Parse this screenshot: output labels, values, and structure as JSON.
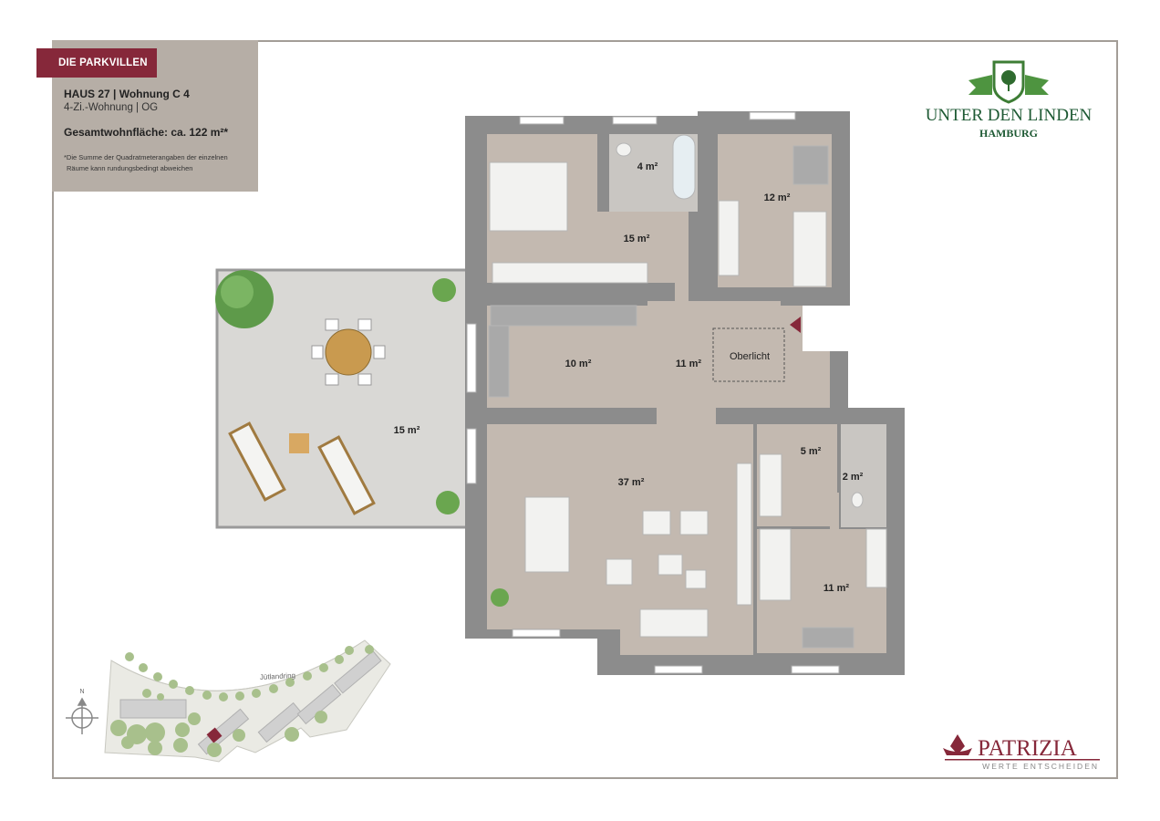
{
  "info": {
    "tag": "DIE PARKVILLEN",
    "title": "HAUS 27 | Wohnung C 4",
    "subtitle": "4-Zi.-Wohnung | OG",
    "total_area": "Gesamtwohnfläche: ca. 122 m²*",
    "footnote_1": "*Die Summe der Quadratmeterangaben der einzelnen",
    "footnote_2": "Räume kann rundungsbedingt abweichen"
  },
  "logo_top": {
    "line1": "UNTER DEN LINDEN",
    "line2": "HAMBURG"
  },
  "logo_bottom": {
    "name": "PATRIZIA",
    "tagline": "WERTE ENTSCHEIDEN"
  },
  "rooms": {
    "bath": "4 m²",
    "room_right_top": "12 m²",
    "bedroom": "15 m²",
    "kitchen": "10 m²",
    "hall": "11 m²",
    "skylight": "Oberlicht",
    "dressing": "5 m²",
    "wc": "2 m²",
    "living": "37 m²",
    "room_right_bottom": "11 m²",
    "terrace": "15 m²"
  },
  "site_map": {
    "street": "Jütlandring",
    "compass": "N"
  },
  "colors": {
    "brand_red": "#86283a",
    "brand_green": "#1e5a34",
    "wall": "#8c8c8c",
    "floor": "#c3b9b0"
  }
}
